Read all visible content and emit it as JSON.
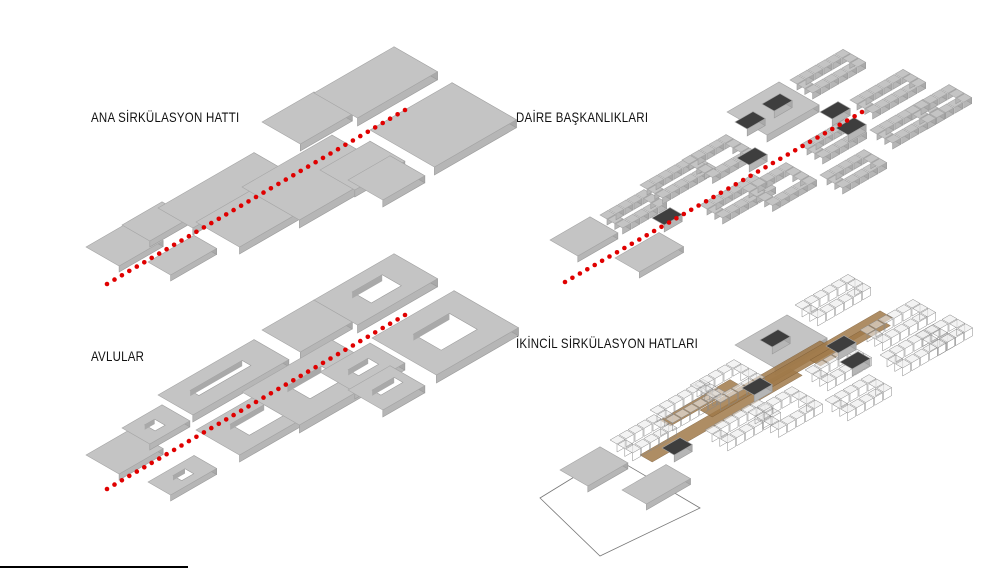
{
  "panels": {
    "main_circulation": {
      "title": "ANA SİRKÜLASYON HATTI"
    },
    "courtyards": {
      "title": "AVLULAR"
    },
    "departments": {
      "title": "DAİRE BAŞKANLIKLARI"
    },
    "secondary_circulation": {
      "title": "İKİNCİL SİRKÜLASYON HATLARI"
    }
  },
  "colors": {
    "block_top": "#c4c4c4",
    "block_side": "#a9a9a9",
    "block_front": "#b6b6b6",
    "circulation_dot": "#e00000",
    "department_block": "#3e3e3e",
    "secondary_path": "#a07a4a",
    "outline": "#888888"
  }
}
